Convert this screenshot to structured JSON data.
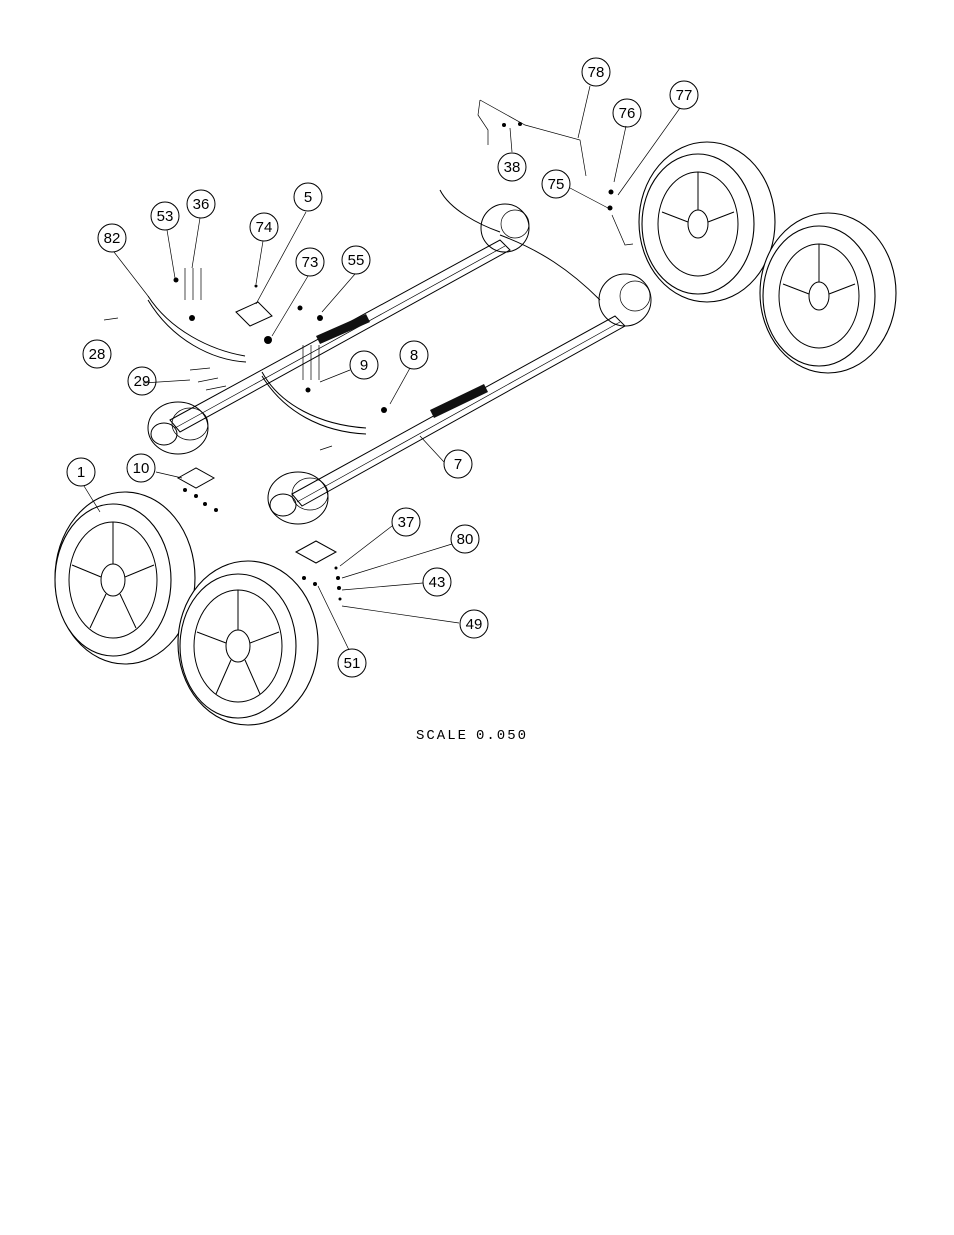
{
  "scale": {
    "label": "SCALE",
    "value": "0.050"
  },
  "callouts": [
    {
      "id": "78",
      "label": "78"
    },
    {
      "id": "77",
      "label": "77"
    },
    {
      "id": "76",
      "label": "76"
    },
    {
      "id": "75",
      "label": "75"
    },
    {
      "id": "38",
      "label": "38"
    },
    {
      "id": "36",
      "label": "36"
    },
    {
      "id": "53",
      "label": "53"
    },
    {
      "id": "5",
      "label": "5"
    },
    {
      "id": "74",
      "label": "74"
    },
    {
      "id": "82",
      "label": "82"
    },
    {
      "id": "73",
      "label": "73"
    },
    {
      "id": "55",
      "label": "55"
    },
    {
      "id": "28",
      "label": "28"
    },
    {
      "id": "29",
      "label": "29"
    },
    {
      "id": "9",
      "label": "9"
    },
    {
      "id": "8",
      "label": "8"
    },
    {
      "id": "10",
      "label": "10"
    },
    {
      "id": "7",
      "label": "7"
    },
    {
      "id": "1",
      "label": "1"
    },
    {
      "id": "37",
      "label": "37"
    },
    {
      "id": "80",
      "label": "80"
    },
    {
      "id": "43",
      "label": "43"
    },
    {
      "id": "49",
      "label": "49"
    },
    {
      "id": "51",
      "label": "51"
    }
  ]
}
